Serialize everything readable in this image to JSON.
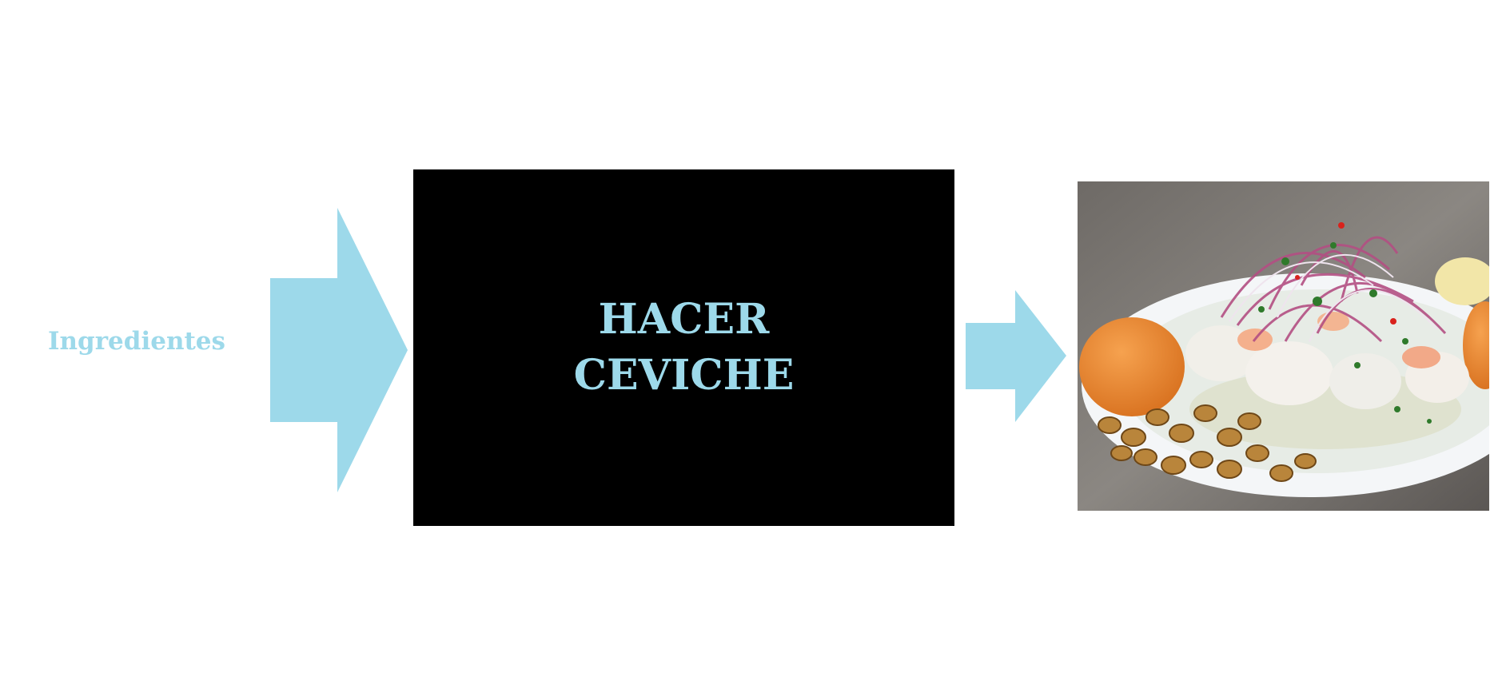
{
  "diagram": {
    "input_label": "Ingredientes",
    "process_title": "HACER\nCEVICHE",
    "output_image_subject": "ceviche-plate",
    "colors": {
      "accent": "#9dd9ea",
      "process_background": "#000000",
      "page_background": "#ffffff"
    }
  }
}
